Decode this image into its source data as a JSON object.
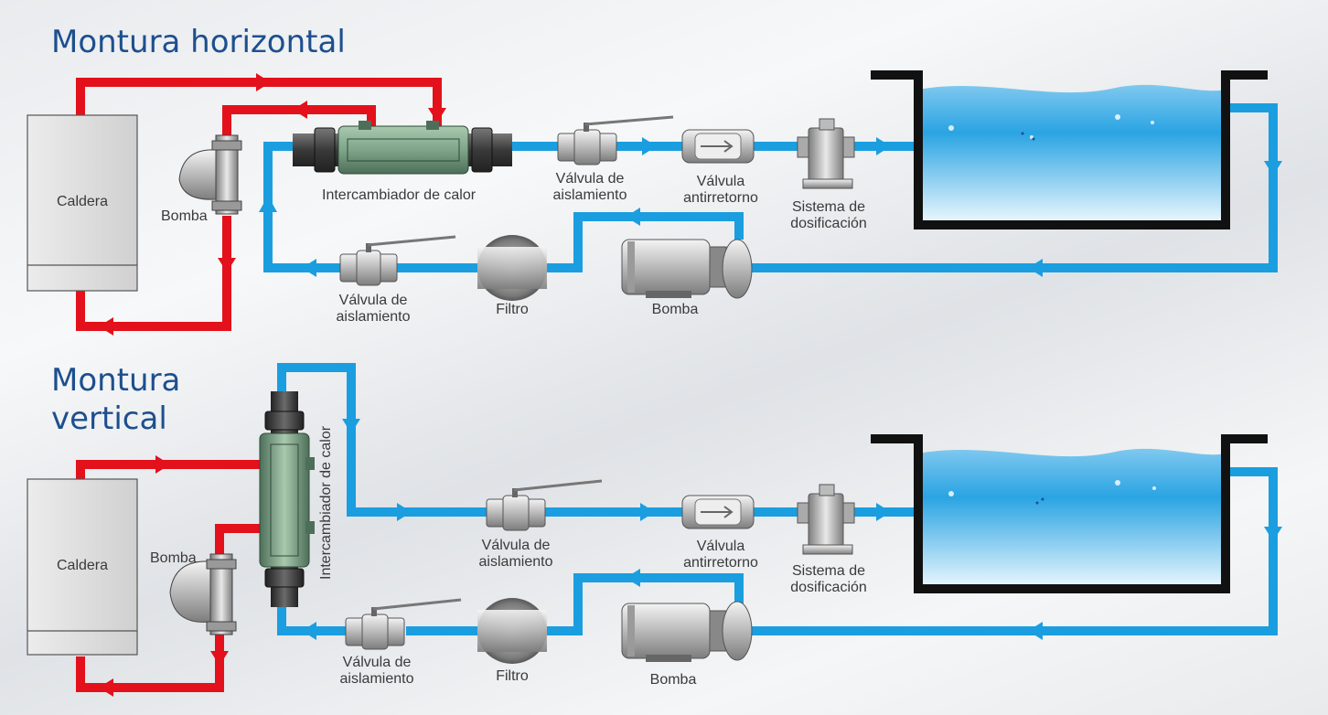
{
  "titles": {
    "horizontal": "Montura horizontal",
    "vertical_line1": "Montura",
    "vertical_line2": "vertical"
  },
  "labels": {
    "caldera": "Caldera",
    "bomba": "Bomba",
    "intercambiador": "Intercambiador de calor",
    "valvula_aislamiento_1": "Válvula de",
    "valvula_aislamiento_2": "aislamiento",
    "valvula_antirretorno_1": "Válvula",
    "valvula_antirretorno_2": "antirretorno",
    "sistema_dosificacion_1": "Sistema de",
    "sistema_dosificacion_2": "dosificación",
    "filtro": "Filtro"
  },
  "colors": {
    "hot_pipe": "#e3111b",
    "water_pipe": "#1a9ee0",
    "title": "#1d4f8e",
    "pool_outline": "#111111",
    "exchanger": "#8fb598"
  }
}
